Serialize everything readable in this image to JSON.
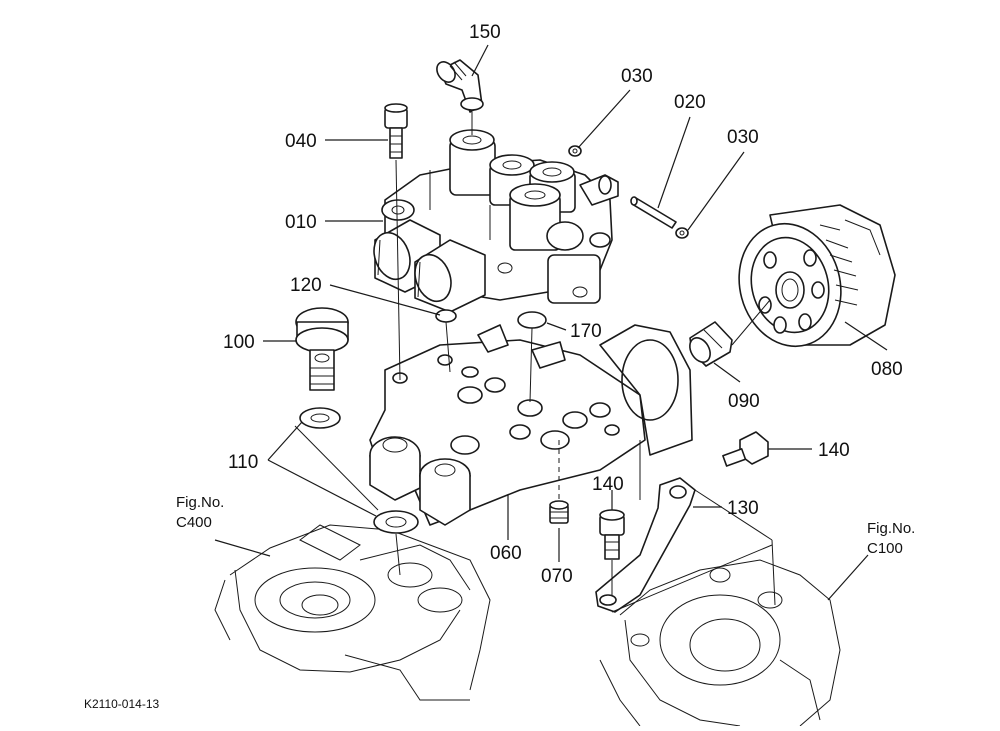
{
  "callouts": {
    "p150": "150",
    "p030a": "030",
    "p020": "020",
    "p030b": "030",
    "p040": "040",
    "p010": "010",
    "p120": "120",
    "p170": "170",
    "p100": "100",
    "p080": "080",
    "p090": "090",
    "p140a": "140",
    "p110": "110",
    "p130": "130",
    "p140b": "140",
    "p060": "060",
    "p070": "070"
  },
  "figure_refs": {
    "left": {
      "line1": "Fig.No.",
      "line2": "C400"
    },
    "right": {
      "line1": "Fig.No.",
      "line2": "C100"
    }
  },
  "drawing_code": "K2110-014-13"
}
